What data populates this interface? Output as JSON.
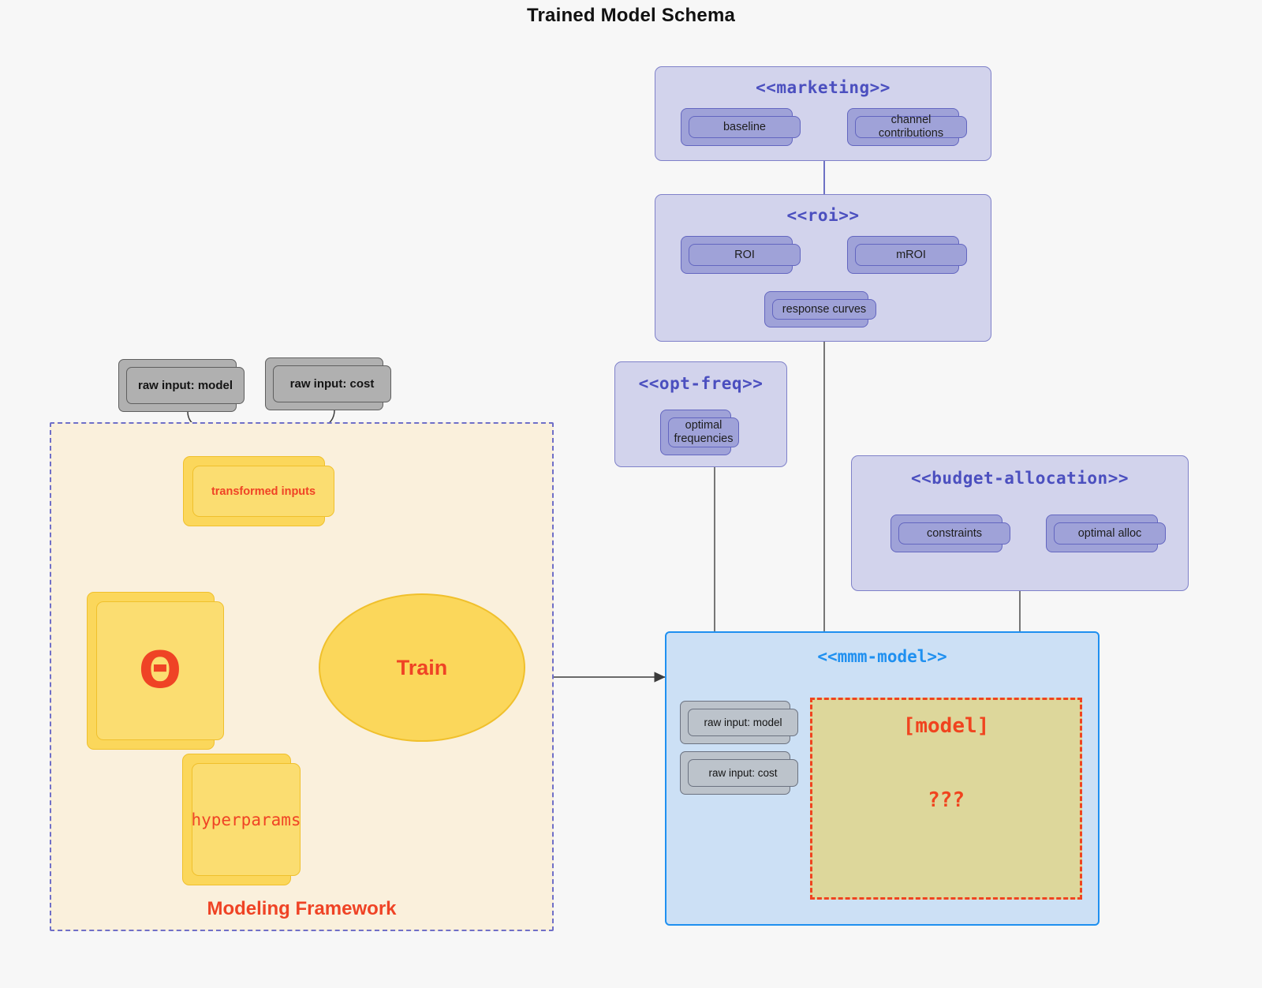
{
  "title": "Trained Model Schema",
  "colors": {
    "background": "#f7f7f7",
    "package_fill": "#d2d3ec",
    "package_border": "#7f81c9",
    "component_fill": "#9fa2d8",
    "component_border": "#6366c0",
    "package_title_text": "#4b4fbf",
    "grey_fill": "#b0b0b0",
    "grey_border": "#5f5f5f",
    "boundary_fill": "#faf0dc",
    "boundary_border": "#6f6fc8",
    "yellow_fill": "#fbd75b",
    "yellow_border": "#f0c02c",
    "accent_red": "#ef4325",
    "blue_pkg_fill": "#cce0f5",
    "blue_pkg_border": "#1f90f0",
    "model_box_fill": "#ddd79b",
    "model_box_border": "#f0441f"
  },
  "packages": {
    "marketing": {
      "title": "<<marketing>>",
      "components": [
        {
          "label": "baseline"
        },
        {
          "label": "channel contributions"
        }
      ]
    },
    "roi": {
      "title": "<<roi>>",
      "components": [
        {
          "label": "ROI"
        },
        {
          "label": "mROI"
        },
        {
          "label": "response curves"
        }
      ]
    },
    "opt_freq": {
      "title": "<<opt-freq>>",
      "components": [
        {
          "label": "optimal frequencies"
        }
      ]
    },
    "budget_allocation": {
      "title": "<<budget-allocation>>",
      "components": [
        {
          "label": "constraints"
        },
        {
          "label": "optimal alloc"
        }
      ]
    },
    "mmm_model": {
      "title": "<<mmm-model>>",
      "raw_inputs": [
        {
          "label": "raw input: model"
        },
        {
          "label": "raw input: cost"
        }
      ],
      "model_box": {
        "line1": "[model]",
        "line2": "???"
      }
    }
  },
  "modeling_framework": {
    "label": "Modeling Framework",
    "raw_inputs": [
      {
        "label": "raw input: model"
      },
      {
        "label": "raw input: cost"
      }
    ],
    "nodes": [
      {
        "label": "transformed inputs"
      },
      {
        "label": "Θ"
      },
      {
        "label": "hyperparams"
      }
    ],
    "activity": {
      "label": "Train"
    }
  }
}
